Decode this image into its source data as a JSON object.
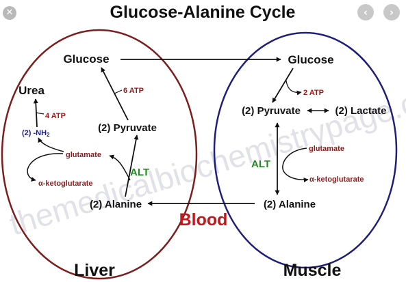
{
  "title": "Glucose-Alanine Cycle",
  "watermark": "themedicalbiochemistrypage.org",
  "controls": {
    "close_icon": "close-icon",
    "prev_icon": "chevron-left-icon",
    "next_icon": "chevron-right-icon"
  },
  "liver": {
    "label": "Liver",
    "glucose": "Glucose",
    "urea": "Urea",
    "atp_6": "6 ATP",
    "atp_4": "4 ATP",
    "nh2_prefix": "(2) -NH",
    "nh2_sub": "2",
    "pyruvate": "(2) Pyruvate",
    "glutamate": "glutamate",
    "ketoglutarate": "α-ketoglutarate",
    "alt": "ALT",
    "alanine": "(2) Alanine"
  },
  "muscle": {
    "label": "Muscle",
    "glucose": "Glucose",
    "atp_2": "2 ATP",
    "pyruvate": "(2) Pyruvate",
    "lactate": "(2) Lactate",
    "glutamate": "glutamate",
    "ketoglutarate": "α-ketoglutarate",
    "alt": "ALT",
    "alanine": "(2) Alanine"
  },
  "blood": "Blood",
  "colors": {
    "liver_outline": "#7a1e1e",
    "muscle_outline": "#1f1f7a",
    "atp": "#a01818",
    "enzyme": "#1f8a1f",
    "blood": "#c0181c",
    "nh2": "#1a1a9a",
    "intermediate": "#8b1f1f",
    "watermark": "#c9c9d6"
  }
}
